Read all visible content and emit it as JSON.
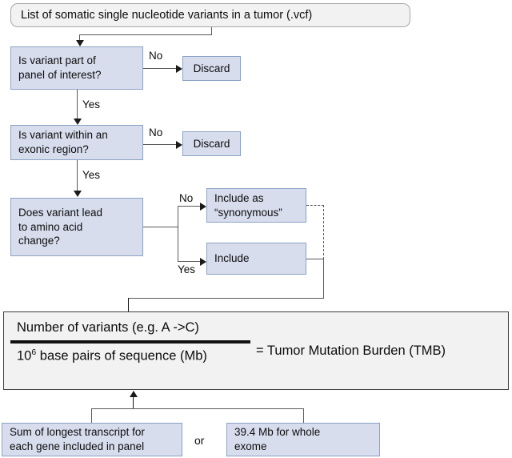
{
  "diagram": {
    "title": "Tumor Mutation Burden (TMB) calculation flowchart",
    "colors": {
      "box_fill": "#d7dded",
      "box_border": "#8ba2c4",
      "terminator_fill": "#f2f2f2",
      "terminator_border": "#a6a6a6",
      "formula_fill": "#f2f2f2",
      "formula_border": "#3f3f3f",
      "connector": "#595959",
      "arrow": "#1a1a1a",
      "text": "#0d0d0d"
    },
    "start": {
      "text": "List of somatic single nucleotide variants in a tumor (.vcf)"
    },
    "decisions": [
      {
        "line1": "Is variant part of",
        "line2": "panel of interest?",
        "no_label": "No",
        "yes_label": "Yes",
        "no_target": "Discard"
      },
      {
        "line1": "Is variant within an",
        "line2": "exonic region?",
        "no_label": "No",
        "yes_label": "Yes",
        "no_target": "Discard"
      },
      {
        "line1": "Does variant lead",
        "line2": "to amino acid",
        "line3": "change?",
        "no_label": "No",
        "yes_label": "Yes"
      }
    ],
    "discard_1": "Discard",
    "discard_2": "Discard",
    "include_synonymous": {
      "line1": "Include as",
      "line2": "“synonymous”"
    },
    "include": "Include",
    "formula": {
      "numerator": "Number of variants (e.g. A ->C)",
      "denominator_base": "10",
      "denominator_exponent": "6",
      "denominator_rest": " base pairs of sequence (Mb)",
      "equals_text": "= Tumor Mutation Burden (TMB)"
    },
    "denominator_sources": {
      "left": {
        "line1": "Sum of longest transcript for",
        "line2": "each gene included in panel"
      },
      "or": "or",
      "right": {
        "line1": "39.4 Mb for whole",
        "line2": "exome"
      }
    }
  }
}
